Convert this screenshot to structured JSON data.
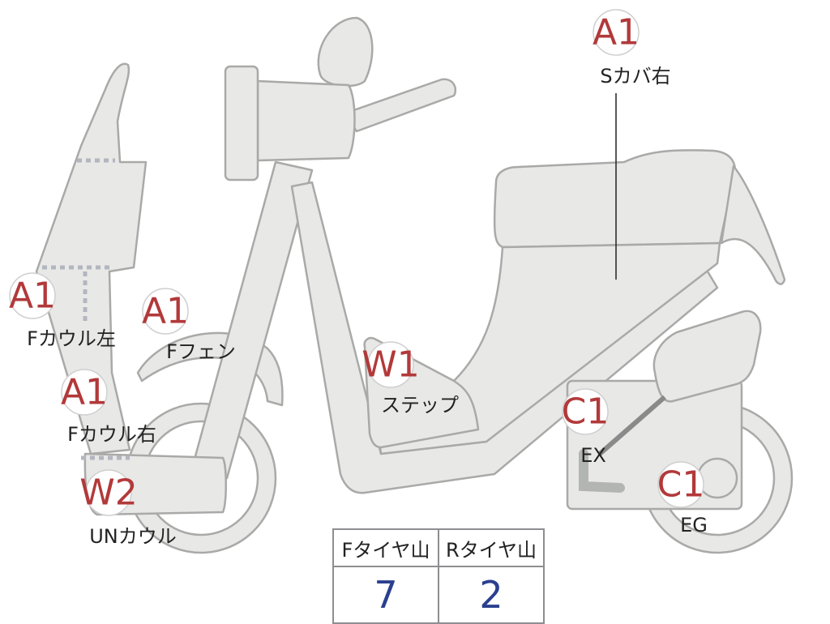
{
  "badges": [
    {
      "name": "badge-s-cover-right",
      "code": "A1",
      "label": "Sカバ右"
    },
    {
      "name": "badge-f-cowl-left",
      "code": "A1",
      "label": "Fカウル左"
    },
    {
      "name": "badge-f-fender",
      "code": "A1",
      "label": "Fフェン"
    },
    {
      "name": "badge-f-cowl-right",
      "code": "A1",
      "label": "Fカウル右"
    },
    {
      "name": "badge-step",
      "code": "W1",
      "label": "ステップ"
    },
    {
      "name": "badge-un-cowl",
      "code": "W2",
      "label": "UNカウル"
    },
    {
      "name": "badge-exhaust",
      "code": "C1",
      "label": "EX"
    },
    {
      "name": "badge-engine",
      "code": "C1",
      "label": "EG"
    }
  ],
  "tread_table": {
    "front_header": "Fタイヤ山",
    "rear_header": "Rタイヤ山",
    "front_value": "7",
    "rear_value": "2"
  },
  "colors": {
    "part_fill": "#e8e8e6",
    "part_stroke": "#a9aaa8",
    "badge_code": "#b2393a",
    "tread_value": "#2a3f8f"
  }
}
